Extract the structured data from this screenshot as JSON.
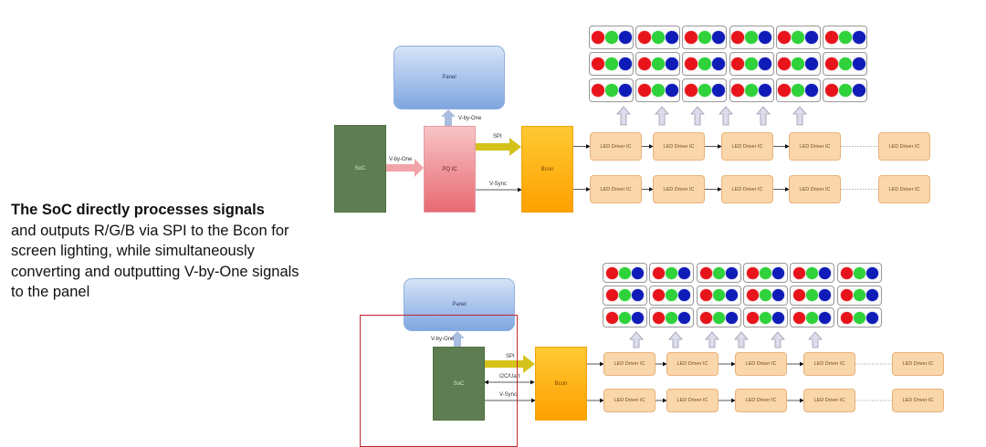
{
  "description": {
    "bold_line": "The SoC directly processes signals",
    "body": "and outputs R/G/B via SPI to the Bcon for screen lighting, while simultaneously converting and outputting V-by-One signals to the panel"
  },
  "colors": {
    "led_red": "#e8141b",
    "led_green": "#2fd23a",
    "led_blue": "#0f1cb8",
    "soc": "#5e7d52",
    "bcon": "#ffb300",
    "pq_ic": "#ef8a90",
    "panel": "#a9c3ec",
    "driver": "#fad7ab",
    "highlight_frame": "#c0282d"
  },
  "diagram_top": {
    "title": "Architecture with PQ IC",
    "panel_label": "Panel",
    "soc_label": "SoC",
    "pqic_label": "PQ IC",
    "bcon_label": "Bcon",
    "soc_to_pqic_label": "V-by-One",
    "pqic_to_panel_label": "V-by-One",
    "spi_label": "SPI",
    "vsync_label": "V-Sync",
    "driver_rows": [
      [
        "LED Driver IC",
        "LED Driver IC",
        "LED Driver IC",
        "LED Driver IC",
        "LED Driver IC"
      ],
      [
        "LED Driver IC",
        "LED Driver IC",
        "LED Driver IC",
        "LED Driver IC",
        "LED Driver IC"
      ]
    ],
    "led_grid": {
      "rows": 3,
      "cols": 6,
      "dots_per_group": [
        "red",
        "green",
        "blue"
      ]
    },
    "up_arrow_count": 6
  },
  "diagram_bottom": {
    "title": "Architecture with SoC direct drive (highlighted)",
    "panel_label": "Panel",
    "soc_label": "SoC",
    "bcon_label": "Bcon",
    "soc_to_panel_label": "V-by-One",
    "spi_label": "SPI",
    "i2c_label": "I2C/Uart",
    "vsync_label": "V-Sync",
    "driver_rows": [
      [
        "LED Driver IC",
        "LED Driver IC",
        "LED Driver IC",
        "LED Driver IC",
        "LED Driver IC"
      ],
      [
        "LED Driver IC",
        "LED Driver IC",
        "LED Driver IC",
        "LED Driver IC",
        "LED Driver IC"
      ]
    ],
    "led_grid": {
      "rows": 3,
      "cols": 6,
      "dots_per_group": [
        "red",
        "green",
        "blue"
      ]
    },
    "up_arrow_count": 6
  }
}
